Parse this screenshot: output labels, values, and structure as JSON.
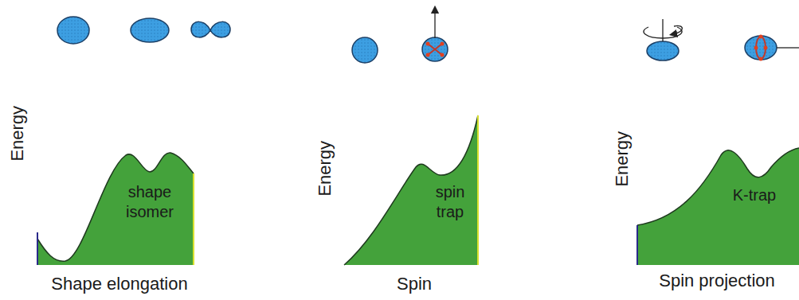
{
  "diagram": {
    "labels": [
      "Energy",
      "shape isomer",
      "Shape elongation",
      "Energy",
      "spin trap",
      "Spin",
      "Energy",
      "K-trap",
      "Spin projection"
    ]
  }
}
